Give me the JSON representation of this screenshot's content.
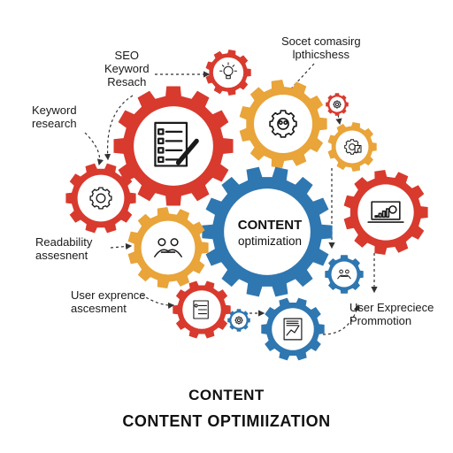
{
  "center": {
    "title": "CONTENT",
    "subtitle": "optimization"
  },
  "labels": {
    "seo_keyword_research": [
      "SEO",
      "Keyword",
      "Resach"
    ],
    "social_comasing": [
      "Socet comasirg",
      "lpthicshess"
    ],
    "keyword_research": [
      "Keyword",
      "research"
    ],
    "readability_assessment": [
      "Readability",
      "assesnent"
    ],
    "user_experience_assessment": [
      "User exprence",
      "ascesment"
    ],
    "user_experience_promotion": [
      "User Expreciece",
      "Prommotion"
    ]
  },
  "footer": {
    "line1": "CONTENT",
    "line2": "CONTENT OPTIMIIZATION"
  },
  "colors": {
    "red": "#d83a2e",
    "orange": "#e9a43a",
    "blue": "#2f77b0",
    "ink": "#1a1a1a"
  },
  "gears": [
    {
      "id": "gear-document-edit",
      "color": "red",
      "icon": "document-pencil-icon"
    },
    {
      "id": "gear-lightbulb",
      "color": "red",
      "icon": "lightbulb-icon"
    },
    {
      "id": "gear-team",
      "color": "orange",
      "icon": "team-gear-icon"
    },
    {
      "id": "gear-small-bulb",
      "color": "red",
      "icon": "small-gear-icon"
    },
    {
      "id": "gear-settings",
      "color": "orange",
      "icon": "settings-checklist-icon"
    },
    {
      "id": "gear-left-cog",
      "color": "red",
      "icon": "cog-icon"
    },
    {
      "id": "gear-content-optimization",
      "color": "blue",
      "icon": "none"
    },
    {
      "id": "gear-analytics-laptop",
      "color": "red",
      "icon": "laptop-chart-icon"
    },
    {
      "id": "gear-handshake",
      "color": "orange",
      "icon": "people-icon"
    },
    {
      "id": "gear-handshake-small",
      "color": "blue",
      "icon": "handshake-icon"
    },
    {
      "id": "gear-checklist",
      "color": "red",
      "icon": "checklist-icon"
    },
    {
      "id": "gear-tiny",
      "color": "blue",
      "icon": "cog-icon"
    },
    {
      "id": "gear-chart-report",
      "color": "blue",
      "icon": "chart-report-icon"
    }
  ]
}
